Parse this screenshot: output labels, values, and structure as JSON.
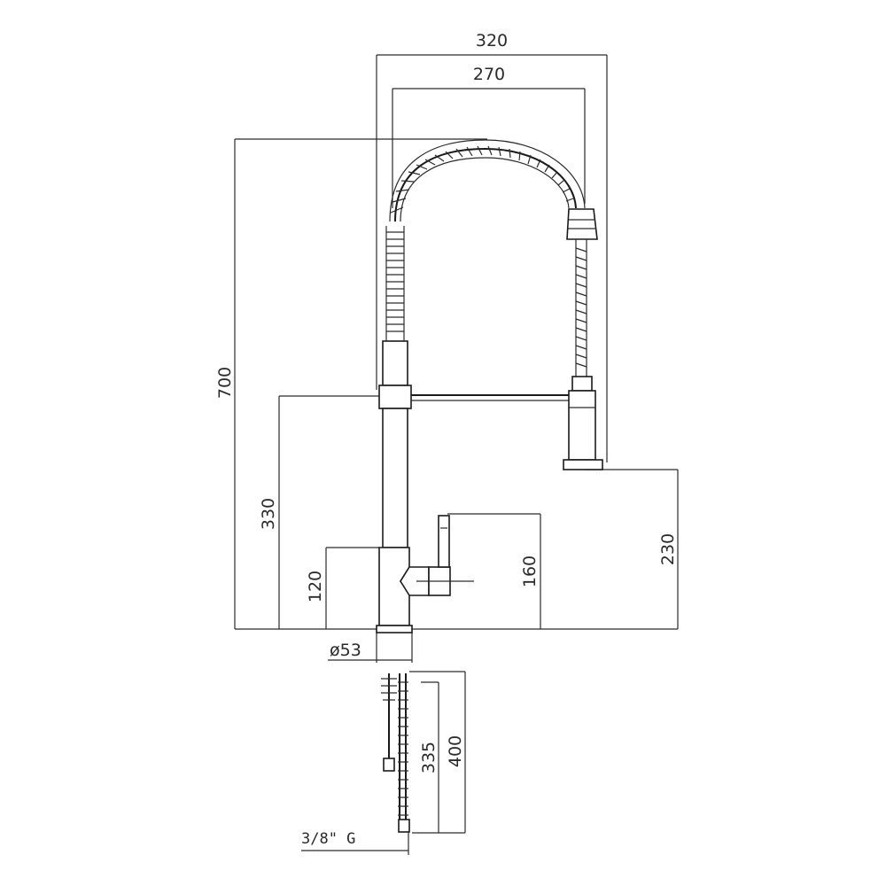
{
  "dimensions": {
    "overall_width": "320",
    "spout_reach": "270",
    "total_height": "700",
    "spray_height": "330",
    "spout_height": "230",
    "lever_height": "160",
    "body_height": "120",
    "base_diameter": "ø53",
    "shank_length": "335",
    "hose_length": "400",
    "connection": "3/8\" G"
  },
  "colors": {
    "line": "#2a2a2a",
    "background": "#ffffff"
  }
}
